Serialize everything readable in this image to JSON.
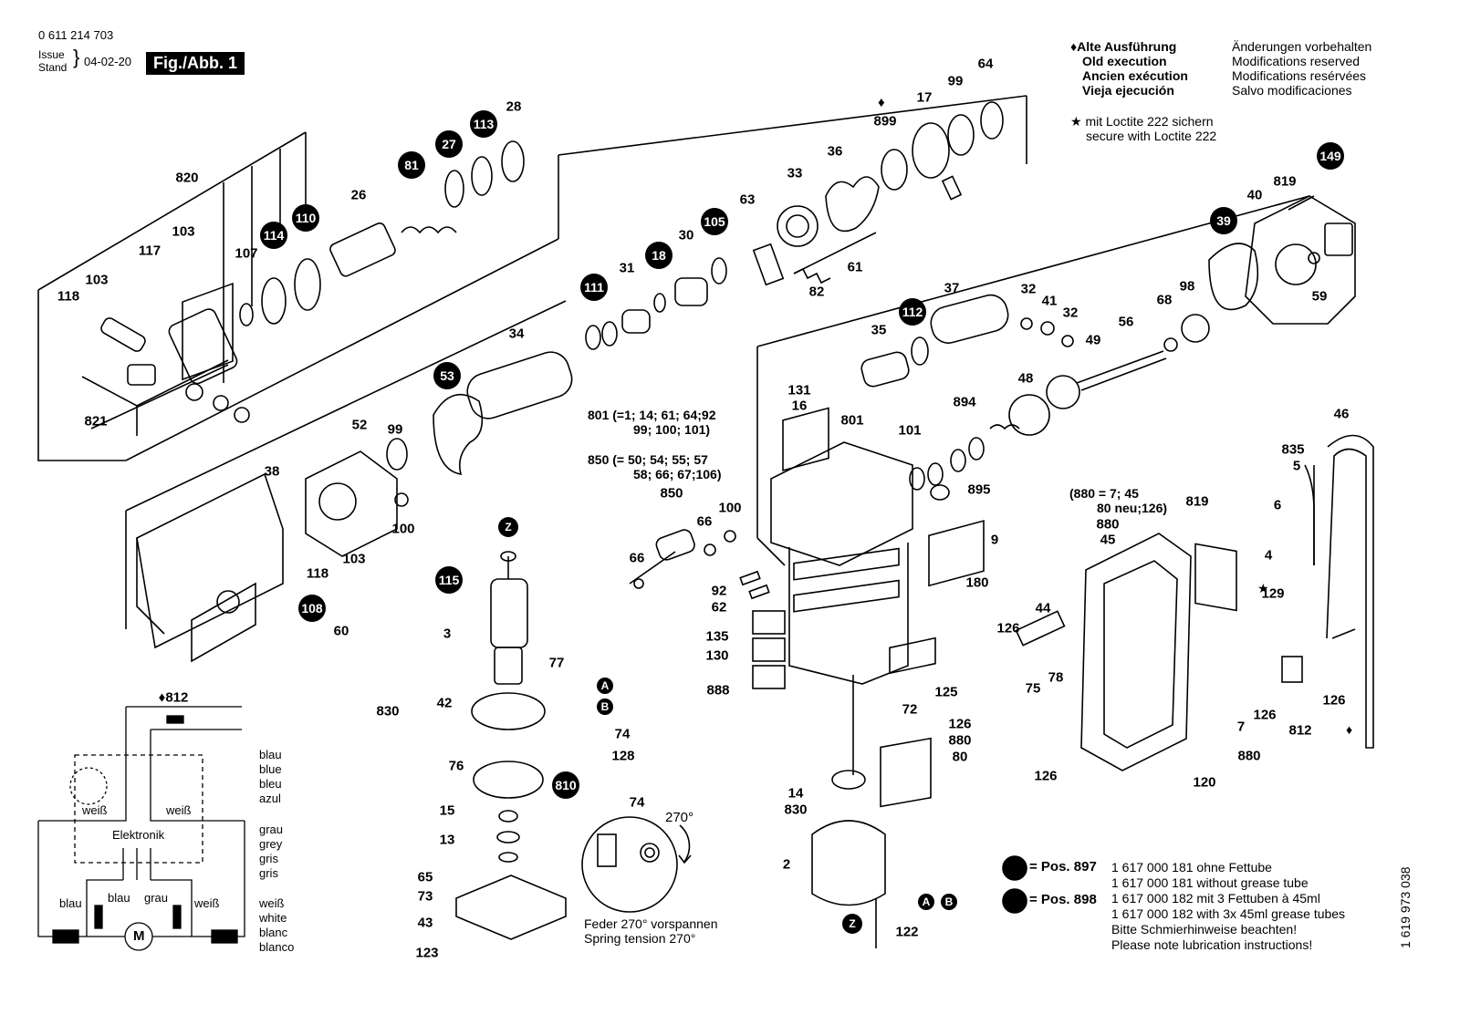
{
  "header": {
    "part_number": "0 611 214 703",
    "issue_label": "Issue",
    "stand_label": "Stand",
    "date": "04-02-20",
    "figure_title": "Fig./Abb. 1"
  },
  "legend_old": {
    "lines": [
      "Alte Ausführung",
      "Old execution",
      "Ancien exécution",
      "Vieja ejecución"
    ],
    "mods": [
      "Änderungen vorbehalten",
      "Modifications reserved",
      "Modifications resérvées",
      "Salvo modificaciones"
    ],
    "loctite": [
      "mit Loctite 222 sichern",
      "secure with Loctite 222"
    ]
  },
  "symbols": {
    "diamond": "♦",
    "star": "★"
  },
  "part_labels": [
    {
      "id": "p820",
      "t": "820"
    },
    {
      "id": "p103a",
      "t": "103"
    },
    {
      "id": "p117",
      "t": "117"
    },
    {
      "id": "p103b",
      "t": "103"
    },
    {
      "id": "p118a",
      "t": "118"
    },
    {
      "id": "p107",
      "t": "107"
    },
    {
      "id": "p26",
      "t": "26"
    },
    {
      "id": "p28",
      "t": "28"
    },
    {
      "id": "p821",
      "t": "821"
    },
    {
      "id": "p899",
      "t": "899"
    },
    {
      "id": "p17",
      "t": "17"
    },
    {
      "id": "p99a",
      "t": "99"
    },
    {
      "id": "p64",
      "t": "64"
    },
    {
      "id": "p36",
      "t": "36"
    },
    {
      "id": "p33",
      "t": "33"
    },
    {
      "id": "p63",
      "t": "63"
    },
    {
      "id": "p30",
      "t": "30"
    },
    {
      "id": "p31",
      "t": "31"
    },
    {
      "id": "p61",
      "t": "61"
    },
    {
      "id": "p82",
      "t": "82"
    },
    {
      "id": "p34",
      "t": "34"
    },
    {
      "id": "p819a",
      "t": "819"
    },
    {
      "id": "p40",
      "t": "40"
    },
    {
      "id": "p59",
      "t": "59"
    },
    {
      "id": "p98",
      "t": "98"
    },
    {
      "id": "p68",
      "t": "68"
    },
    {
      "id": "p56",
      "t": "56"
    },
    {
      "id": "p37",
      "t": "37"
    },
    {
      "id": "p32a",
      "t": "32"
    },
    {
      "id": "p41",
      "t": "41"
    },
    {
      "id": "p32b",
      "t": "32"
    },
    {
      "id": "p35",
      "t": "35"
    },
    {
      "id": "p49",
      "t": "49"
    },
    {
      "id": "p48",
      "t": "48"
    },
    {
      "id": "p894",
      "t": "894"
    },
    {
      "id": "p101",
      "t": "101"
    },
    {
      "id": "p895",
      "t": "895"
    },
    {
      "id": "p131",
      "t": "131"
    },
    {
      "id": "p16",
      "t": "16"
    },
    {
      "id": "p801",
      "t": "801"
    },
    {
      "id": "p52",
      "t": "52"
    },
    {
      "id": "p99b",
      "t": "99"
    },
    {
      "id": "p38",
      "t": "38"
    },
    {
      "id": "p100a",
      "t": "100"
    },
    {
      "id": "p103c",
      "t": "103"
    },
    {
      "id": "p118b",
      "t": "118"
    },
    {
      "id": "p60",
      "t": "60"
    },
    {
      "id": "p850",
      "t": "850"
    },
    {
      "id": "p100b",
      "t": "100"
    },
    {
      "id": "p66a",
      "t": "66"
    },
    {
      "id": "p66b",
      "t": "66"
    },
    {
      "id": "p92",
      "t": "92"
    },
    {
      "id": "p62",
      "t": "62"
    },
    {
      "id": "p135",
      "t": "135"
    },
    {
      "id": "p130",
      "t": "130"
    },
    {
      "id": "p888",
      "t": "888"
    },
    {
      "id": "p9",
      "t": "9"
    },
    {
      "id": "p180",
      "t": "180"
    },
    {
      "id": "p72",
      "t": "72"
    },
    {
      "id": "p125",
      "t": "125"
    },
    {
      "id": "p835",
      "t": "835"
    },
    {
      "id": "p5",
      "t": "5"
    },
    {
      "id": "p6",
      "t": "6"
    },
    {
      "id": "p46",
      "t": "46"
    },
    {
      "id": "p819b",
      "t": "819"
    },
    {
      "id": "p880a",
      "t": "880"
    },
    {
      "id": "p45",
      "t": "45"
    },
    {
      "id": "p4",
      "t": "4"
    },
    {
      "id": "p129",
      "t": "129"
    },
    {
      "id": "p44",
      "t": "44"
    },
    {
      "id": "p126a",
      "t": "126"
    },
    {
      "id": "p75",
      "t": "75"
    },
    {
      "id": "p78",
      "t": "78"
    },
    {
      "id": "p126b",
      "t": "126"
    },
    {
      "id": "p126c",
      "t": "126"
    },
    {
      "id": "p7",
      "t": "7"
    },
    {
      "id": "p880b",
      "t": "880"
    },
    {
      "id": "p120",
      "t": "120"
    },
    {
      "id": "p812b",
      "t": "812"
    },
    {
      "id": "p126d",
      "t": "126"
    },
    {
      "id": "p3",
      "t": "3"
    },
    {
      "id": "p77",
      "t": "77"
    },
    {
      "id": "p830a",
      "t": "830"
    },
    {
      "id": "p42",
      "t": "42"
    },
    {
      "id": "p74a",
      "t": "74"
    },
    {
      "id": "p128",
      "t": "128"
    },
    {
      "id": "p76",
      "t": "76"
    },
    {
      "id": "p15",
      "t": "15"
    },
    {
      "id": "p13",
      "t": "13"
    },
    {
      "id": "p65",
      "t": "65"
    },
    {
      "id": "p73",
      "t": "73"
    },
    {
      "id": "p43",
      "t": "43"
    },
    {
      "id": "p123",
      "t": "123"
    },
    {
      "id": "p74b",
      "t": "74"
    },
    {
      "id": "p126e",
      "t": "126"
    },
    {
      "id": "p880c",
      "t": "880"
    },
    {
      "id": "p80",
      "t": "80"
    },
    {
      "id": "p14",
      "t": "14"
    },
    {
      "id": "p830b",
      "t": "830"
    },
    {
      "id": "p2",
      "t": "2"
    },
    {
      "id": "p122",
      "t": "122"
    },
    {
      "id": "p812a",
      "t": "812"
    }
  ],
  "bubbles": [
    {
      "id": "b81",
      "t": "81"
    },
    {
      "id": "b27",
      "t": "27"
    },
    {
      "id": "b113",
      "t": "113"
    },
    {
      "id": "b114",
      "t": "114"
    },
    {
      "id": "b110",
      "t": "110"
    },
    {
      "id": "b105",
      "t": "105"
    },
    {
      "id": "b18",
      "t": "18"
    },
    {
      "id": "b111",
      "t": "111"
    },
    {
      "id": "b53",
      "t": "53"
    },
    {
      "id": "b149",
      "t": "149"
    },
    {
      "id": "b39",
      "t": "39"
    },
    {
      "id": "b112",
      "t": "112"
    },
    {
      "id": "b108",
      "t": "108"
    },
    {
      "id": "bZ1",
      "t": "Z"
    },
    {
      "id": "b115",
      "t": "115"
    },
    {
      "id": "bA1",
      "t": "A"
    },
    {
      "id": "bB1",
      "t": "B"
    },
    {
      "id": "b810",
      "t": "810"
    },
    {
      "id": "bA2",
      "t": "A"
    },
    {
      "id": "bB2",
      "t": "B"
    },
    {
      "id": "bZ2",
      "t": "Z"
    }
  ],
  "group_notes": {
    "g801": [
      "801 (=1; 14; 61; 64;92",
      "99; 100; 101)"
    ],
    "g850": [
      "850 (= 50; 54; 55; 57",
      "58; 66; 67;106)"
    ],
    "g880": [
      "(880 = 7; 45",
      "80 neu;126)"
    ]
  },
  "spring": {
    "angle": "270°",
    "note_de": "Feder 270° vorspannen",
    "note_en": "Spring tension 270°"
  },
  "grease": {
    "pos897": "= Pos. 897",
    "pos898": "= Pos. 898",
    "lines": [
      "1 617 000 181 ohne Fettube",
      "1 617 000 181 without grease tube",
      "1 617 000 182 mit 3 Fettuben à 45ml",
      "1 617 000 182 with 3x 45ml grease tubes",
      "Bitte Schmierhinweise beachten!",
      "Please note lubrication instructions!"
    ]
  },
  "side_code": "1 619 973 038",
  "wiring": {
    "colors_blue": [
      "blau",
      "blue",
      "bleu",
      "azul"
    ],
    "colors_grey": [
      "grau",
      "grey",
      "gris",
      "gris"
    ],
    "colors_white": [
      "weiß",
      "white",
      "blanc",
      "blanco"
    ],
    "weiss": "weiß",
    "elektronik": "Elektronik",
    "blau": "blau",
    "grau": "grau",
    "motor": "M"
  }
}
